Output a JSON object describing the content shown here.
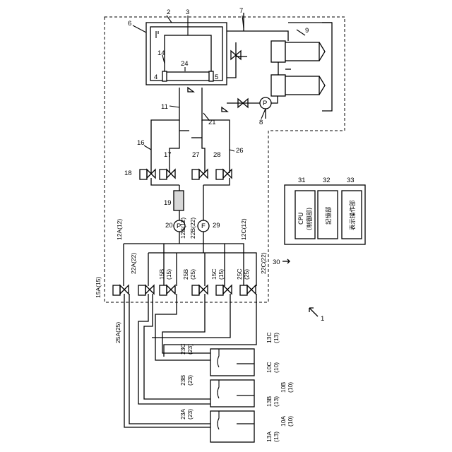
{
  "labels": {
    "n1": "1",
    "n2": "2",
    "n3": "3",
    "n4": "4",
    "n5": "5",
    "n6": "6",
    "n7": "7",
    "n8": "8",
    "n9": "9",
    "n11": "11",
    "n14": "14",
    "n16": "16",
    "n17": "17",
    "n18": "18",
    "n19": "19",
    "n20": "20",
    "n21": "21",
    "n24": "24",
    "n26": "26",
    "n27": "27",
    "n28": "28",
    "n29": "29",
    "n30": "30",
    "n12a": "12A(12)",
    "n12b": "12B(12)",
    "n12c": "12C(12)",
    "n22a": "22A(22)",
    "n22b": "22B(22)",
    "n22c": "22C(22)",
    "n15a": "15A(15)",
    "n25a": "25A(25)",
    "n15b": "15B",
    "n15b2": "(15)",
    "n25b": "25B",
    "n25b2": "(25)",
    "n15c": "15C",
    "n15c2": "(15)",
    "n25c": "25C",
    "n25c2": "(25)",
    "n23a": "23A",
    "n23a2": "(23)",
    "n23b": "23B",
    "n23b2": "(23)",
    "n23c": "23C",
    "n23c2": "(23)",
    "n13a": "13A",
    "n13a2": "(13)",
    "n13b": "13B",
    "n13b2": "(13)",
    "n13c": "13C",
    "n13c2": "(13)",
    "n10a": "10A",
    "n10a2": "(10)",
    "n10b": "10B",
    "n10b2": "(10)",
    "n10c": "10C",
    "n10c2": "(10)",
    "n31": "31",
    "n32": "32",
    "n33": "33",
    "cpu": "CPU",
    "cpu2": "(制御部)",
    "mem": "記憶部",
    "disp": "表示操作部",
    "pump_p": "P",
    "flow_f": "F"
  }
}
